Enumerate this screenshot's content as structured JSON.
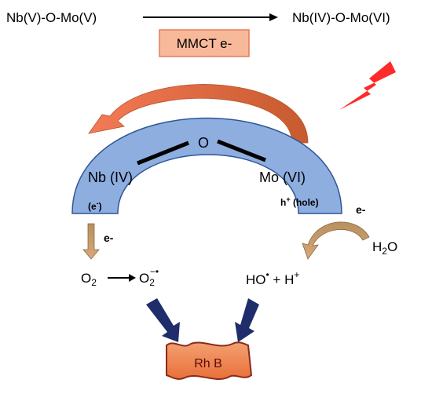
{
  "top": {
    "left_formula": "Nb(V)-O-Mo(V)",
    "right_formula": "Nb(IV)-O-Mo(VI)",
    "box_label": "MMCT e-"
  },
  "arc": {
    "center_atom": "O",
    "left_label": "Nb (IV)",
    "right_label": "Mo (VI)",
    "electron_label": "(e",
    "electron_sup": "-",
    "hole_sup": "+",
    "hole_label": "h",
    "hole_suffix": " (hole)"
  },
  "left_path": {
    "electron": "e-",
    "o2": "O",
    "o2_sub": "2",
    "superoxide": "O",
    "superoxide_sub": "2",
    "superoxide_sup": "−•"
  },
  "right_path": {
    "electron": "e-",
    "water_h": "H",
    "water_sub": "2",
    "water_o": "O",
    "hydroxyl": "HO",
    "hydroxyl_sup": "•",
    "proton_prefix": " + H",
    "proton_sup": "+"
  },
  "target": {
    "label": "Rh B"
  },
  "colors": {
    "arc_fill": "#8eaee0",
    "arc_stroke": "#2f5597",
    "box_fill": "#f8b89a",
    "box_stroke": "#e37c5a",
    "arrow_orange": "#ed7d50",
    "arrow_tan": "#c09a6a",
    "arrow_navy": "#1f2d6b",
    "lightning": "#ff2a2a",
    "flag_fill": "#f08b55",
    "flag_stroke": "#8a2b1a",
    "flag_text": "#5a0a0a"
  }
}
